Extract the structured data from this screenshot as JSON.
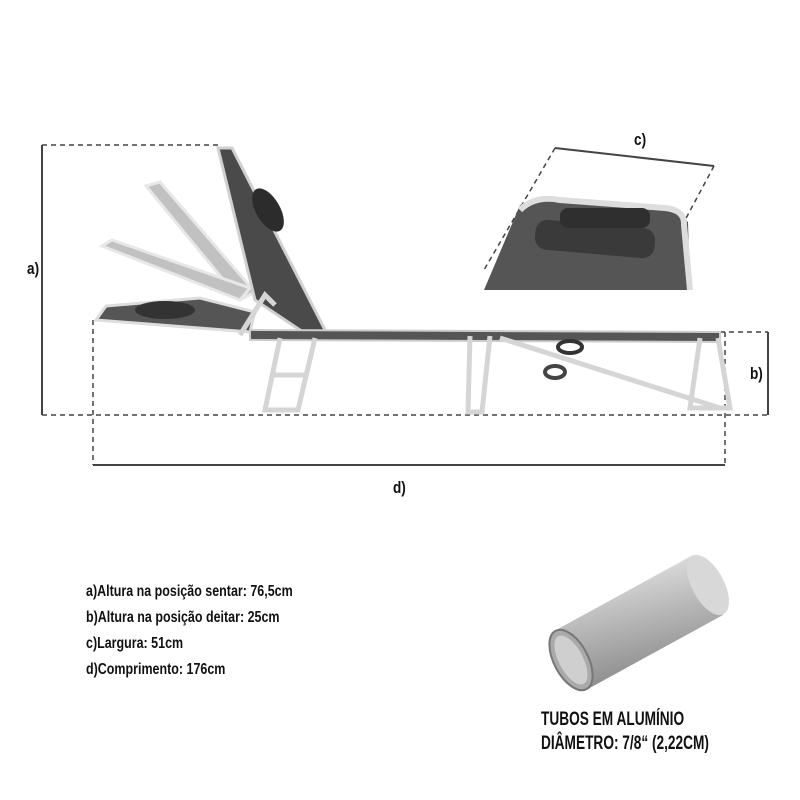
{
  "dimension_labels": {
    "a": "a)",
    "b": "b)",
    "c": "c)",
    "d": "d)"
  },
  "specs": [
    "a)Altura na posição sentar: 76,5cm",
    "b)Altura na posição deitar: 25cm",
    "c)Largura: 51cm",
    "d)Comprimento: 176cm"
  ],
  "tube_caption": {
    "line1": "TUBOS EM ALUMÍNIO",
    "line2": "DIÂMETRO: 7/8“ (2,22CM)"
  },
  "colors": {
    "fabric": "#4a4a4a",
    "frame": "#d8d8d8",
    "line": "#333333"
  }
}
